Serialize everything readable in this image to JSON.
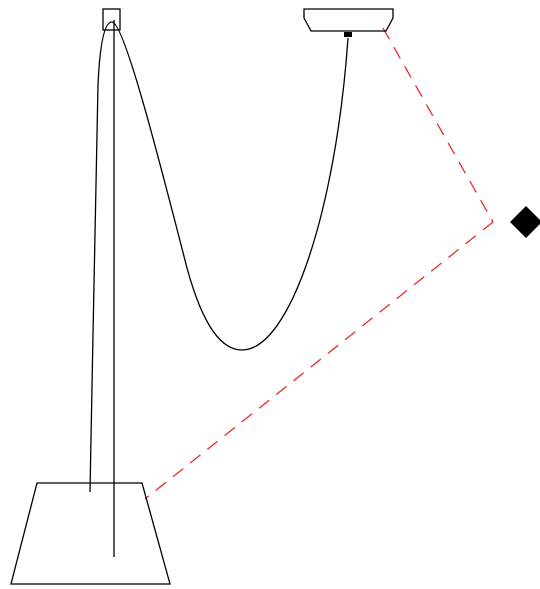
{
  "diagram": {
    "colors": {
      "background": "#ffffff",
      "line": "#000000",
      "guide": "#ec2a2a",
      "marker": "#000000"
    },
    "parts": [
      "base",
      "pole",
      "pole-top-cap",
      "cable",
      "ceiling-canopy",
      "guide-lines",
      "marker-diamond"
    ]
  }
}
